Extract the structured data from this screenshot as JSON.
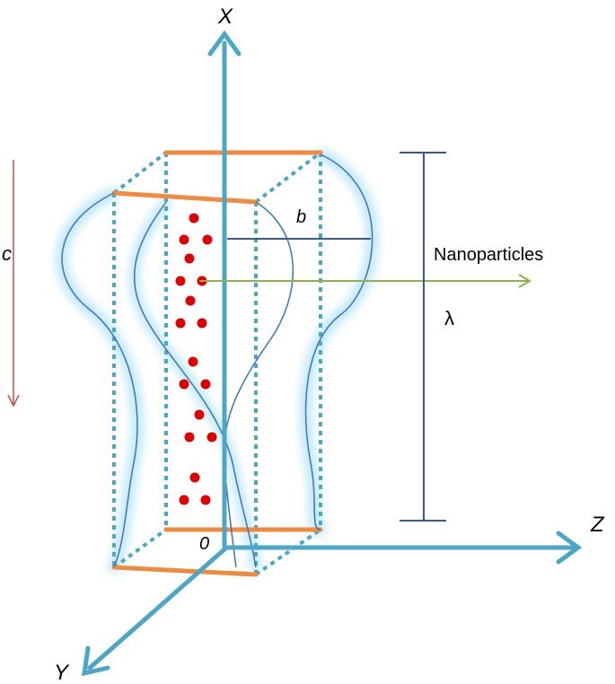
{
  "labels": {
    "axis_x": "X",
    "axis_y": "Y",
    "axis_z": "Z",
    "origin": "0",
    "wave_speed": "c",
    "amplitude": "b",
    "particles": "Nanoparticles",
    "wavelength": "λ"
  },
  "colors": {
    "axis": "#4aa8c6",
    "glow": "#bfe8f7",
    "wave": "#3b74b8",
    "edge_dotted": "#4aa8c6",
    "edge_orange": "#f08a3c",
    "particle": "#e00000",
    "arrow_green": "#8db14d",
    "arrow_red": "#c0504d",
    "measure": "#3558a0"
  }
}
